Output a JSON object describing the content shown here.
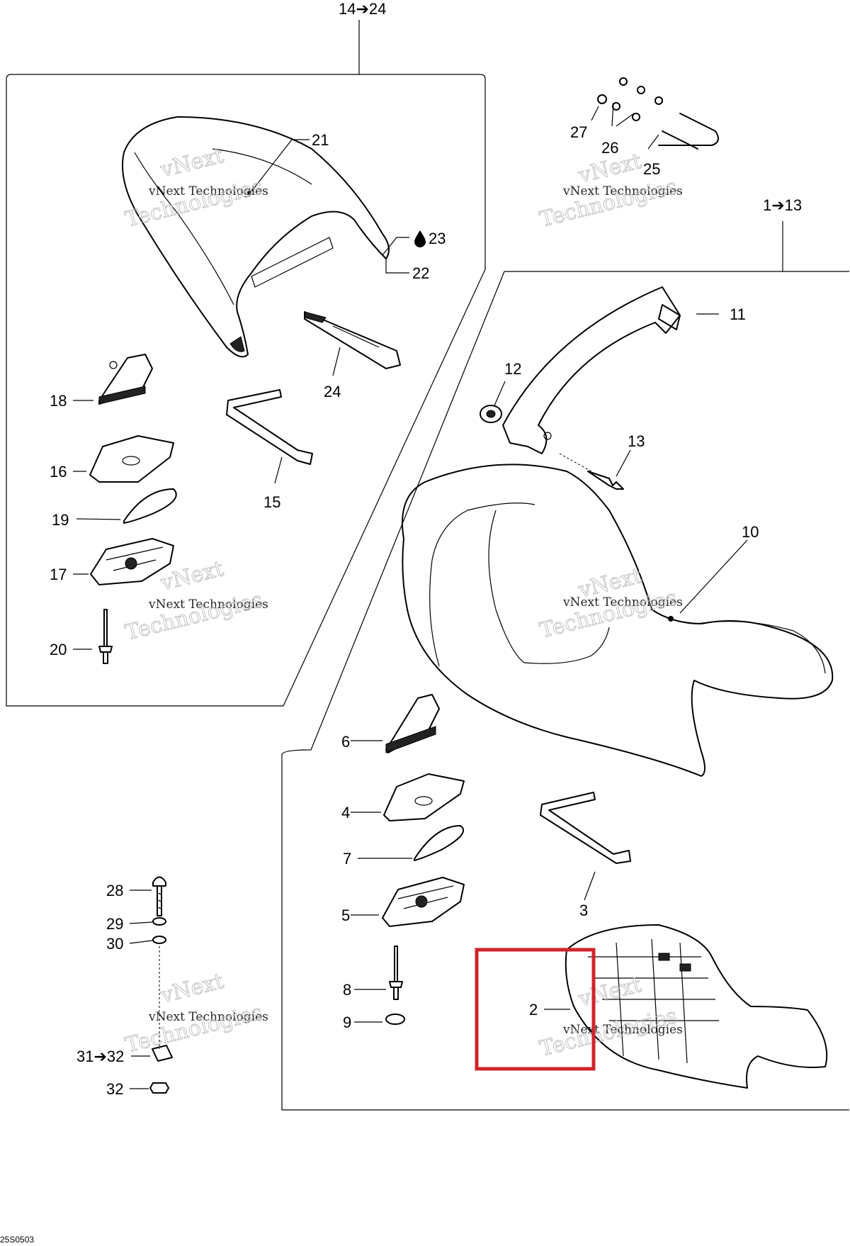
{
  "diagram": {
    "group_top_label": "14➔24",
    "group_right_label": "1➔13",
    "group_bolts_label": "31➔32",
    "reference_code": "25S0503",
    "watermark_line1": "vNext Technologies",
    "watermark_line2": "Technologies",
    "watermark_line3": "vNext",
    "highlight_color": "#d0242b",
    "callouts": {
      "c2": "2",
      "c3": "3",
      "c4": "4",
      "c5": "5",
      "c6": "6",
      "c7": "7",
      "c8": "8",
      "c9": "9",
      "c10": "10",
      "c11": "11",
      "c12": "12",
      "c13": "13",
      "c15": "15",
      "c16": "16",
      "c17": "17",
      "c18": "18",
      "c19": "19",
      "c20": "20",
      "c21": "21",
      "c22": "22",
      "c23": "23",
      "c24": "24",
      "c25": "25",
      "c26": "26",
      "c27": "27",
      "c28": "28",
      "c29": "29",
      "c30": "30",
      "c32": "32"
    },
    "oil_drop_icon": "oil-drop-icon"
  }
}
